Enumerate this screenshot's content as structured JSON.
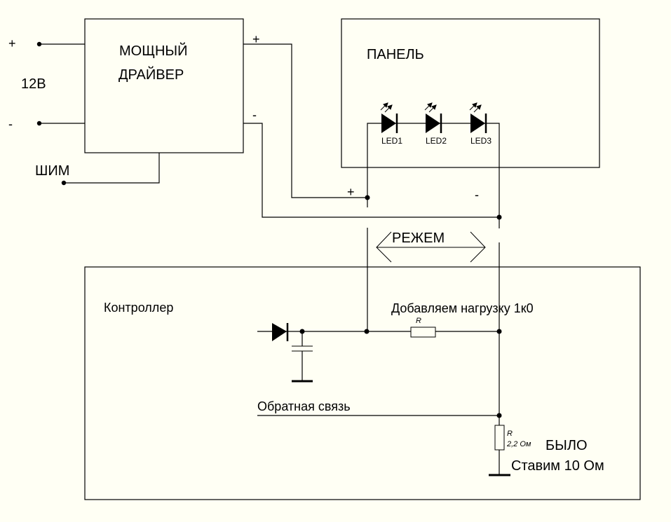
{
  "diagram": {
    "type": "circuit-schematic",
    "background_color": "#FFFFF4",
    "line_color": "#000000"
  },
  "power_input": {
    "plus_label": "+",
    "minus_label": "-",
    "voltage_label": "12В"
  },
  "driver": {
    "title_line1": "МОЩНЫЙ",
    "title_line2": "ДРАЙВЕР",
    "out_plus_label": "+",
    "out_minus_label": "-",
    "pwm_label": "ШИМ"
  },
  "panel": {
    "title": "ПАНЕЛЬ",
    "leds": [
      {
        "label": "LED1"
      },
      {
        "label": "LED2"
      },
      {
        "label": "LED3"
      }
    ],
    "plus_label": "+",
    "minus_label": "-"
  },
  "cut": {
    "label": "РЕЖЕМ"
  },
  "controller": {
    "title": "Контроллер",
    "load_note": "Добавляем нагрузку 1к0",
    "load_resistor_label": "R",
    "feedback_label": "Обратная связь",
    "sense_resistor_label": "R",
    "sense_resistor_value": "2,2 Ом",
    "was_note": "БЫЛО",
    "new_value_note": "Ставим 10 Ом"
  }
}
